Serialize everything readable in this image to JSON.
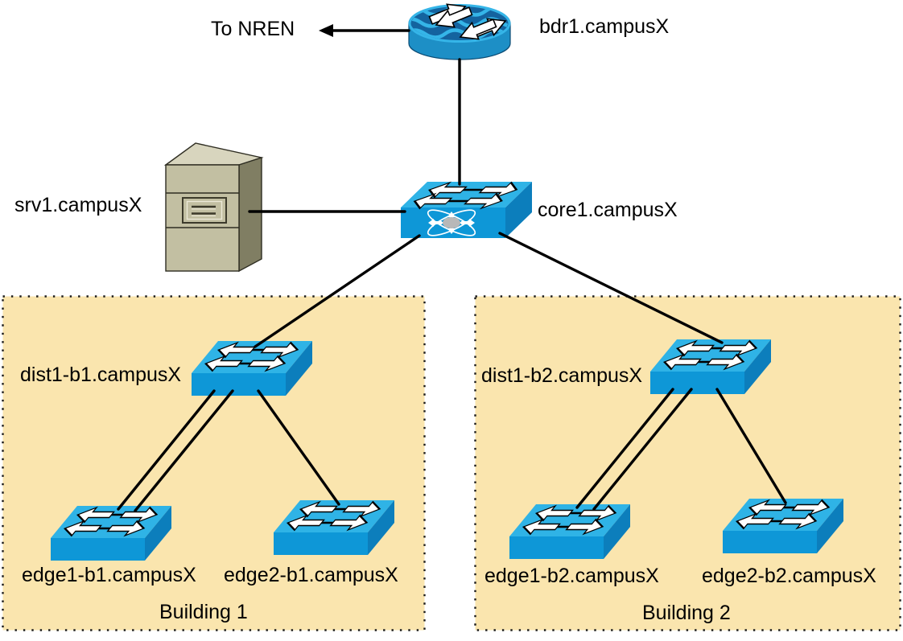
{
  "diagram": {
    "external_label": "To NREN",
    "nodes": {
      "bdr1": {
        "label": "bdr1.campusX",
        "type": "border-router",
        "icon": "router-icon"
      },
      "core1": {
        "label": "core1.campusX",
        "type": "core-layer3-switch",
        "icon": "layer3-switch-icon"
      },
      "srv1": {
        "label": "srv1.campusX",
        "type": "server",
        "icon": "server-icon"
      },
      "dist1_b1": {
        "label": "dist1-b1.campusX",
        "type": "distribution-switch",
        "icon": "switch-icon"
      },
      "edge1_b1": {
        "label": "edge1-b1.campusX",
        "type": "edge-switch",
        "icon": "switch-icon"
      },
      "edge2_b1": {
        "label": "edge2-b1.campusX",
        "type": "edge-switch",
        "icon": "switch-icon"
      },
      "dist1_b2": {
        "label": "dist1-b2.campusX",
        "type": "distribution-switch",
        "icon": "switch-icon"
      },
      "edge1_b2": {
        "label": "edge1-b2.campusX",
        "type": "edge-switch",
        "icon": "switch-icon"
      },
      "edge2_b2": {
        "label": "edge2-b2.campusX",
        "type": "edge-switch",
        "icon": "switch-icon"
      }
    },
    "buildings": {
      "b1": {
        "label": "Building 1"
      },
      "b2": {
        "label": "Building 2"
      }
    },
    "links": [
      {
        "from": "bdr1.campusX",
        "to": "NREN",
        "style": "arrow",
        "count": 1
      },
      {
        "from": "bdr1.campusX",
        "to": "core1.campusX",
        "count": 1
      },
      {
        "from": "srv1.campusX",
        "to": "core1.campusX",
        "count": 1
      },
      {
        "from": "core1.campusX",
        "to": "dist1-b1.campusX",
        "count": 1
      },
      {
        "from": "core1.campusX",
        "to": "dist1-b2.campusX",
        "count": 1
      },
      {
        "from": "dist1-b1.campusX",
        "to": "edge1-b1.campusX",
        "count": 2
      },
      {
        "from": "dist1-b1.campusX",
        "to": "edge2-b1.campusX",
        "count": 1
      },
      {
        "from": "dist1-b2.campusX",
        "to": "edge1-b2.campusX",
        "count": 2
      },
      {
        "from": "dist1-b2.campusX",
        "to": "edge2-b2.campusX",
        "count": 1
      }
    ]
  },
  "colors": {
    "building_fill": "#FAE5AE",
    "switch_top": "#2FB3E6",
    "switch_front": "#0E97D7",
    "switch_side": "#0C7EBC",
    "server_front": "#C2BFA2",
    "server_top": "#D8D5BE",
    "server_side": "#807E63",
    "link_color": "#000000",
    "router_body": "#1D8FC6",
    "router_top": "#14639F",
    "router_wave": "#35B5E8"
  }
}
